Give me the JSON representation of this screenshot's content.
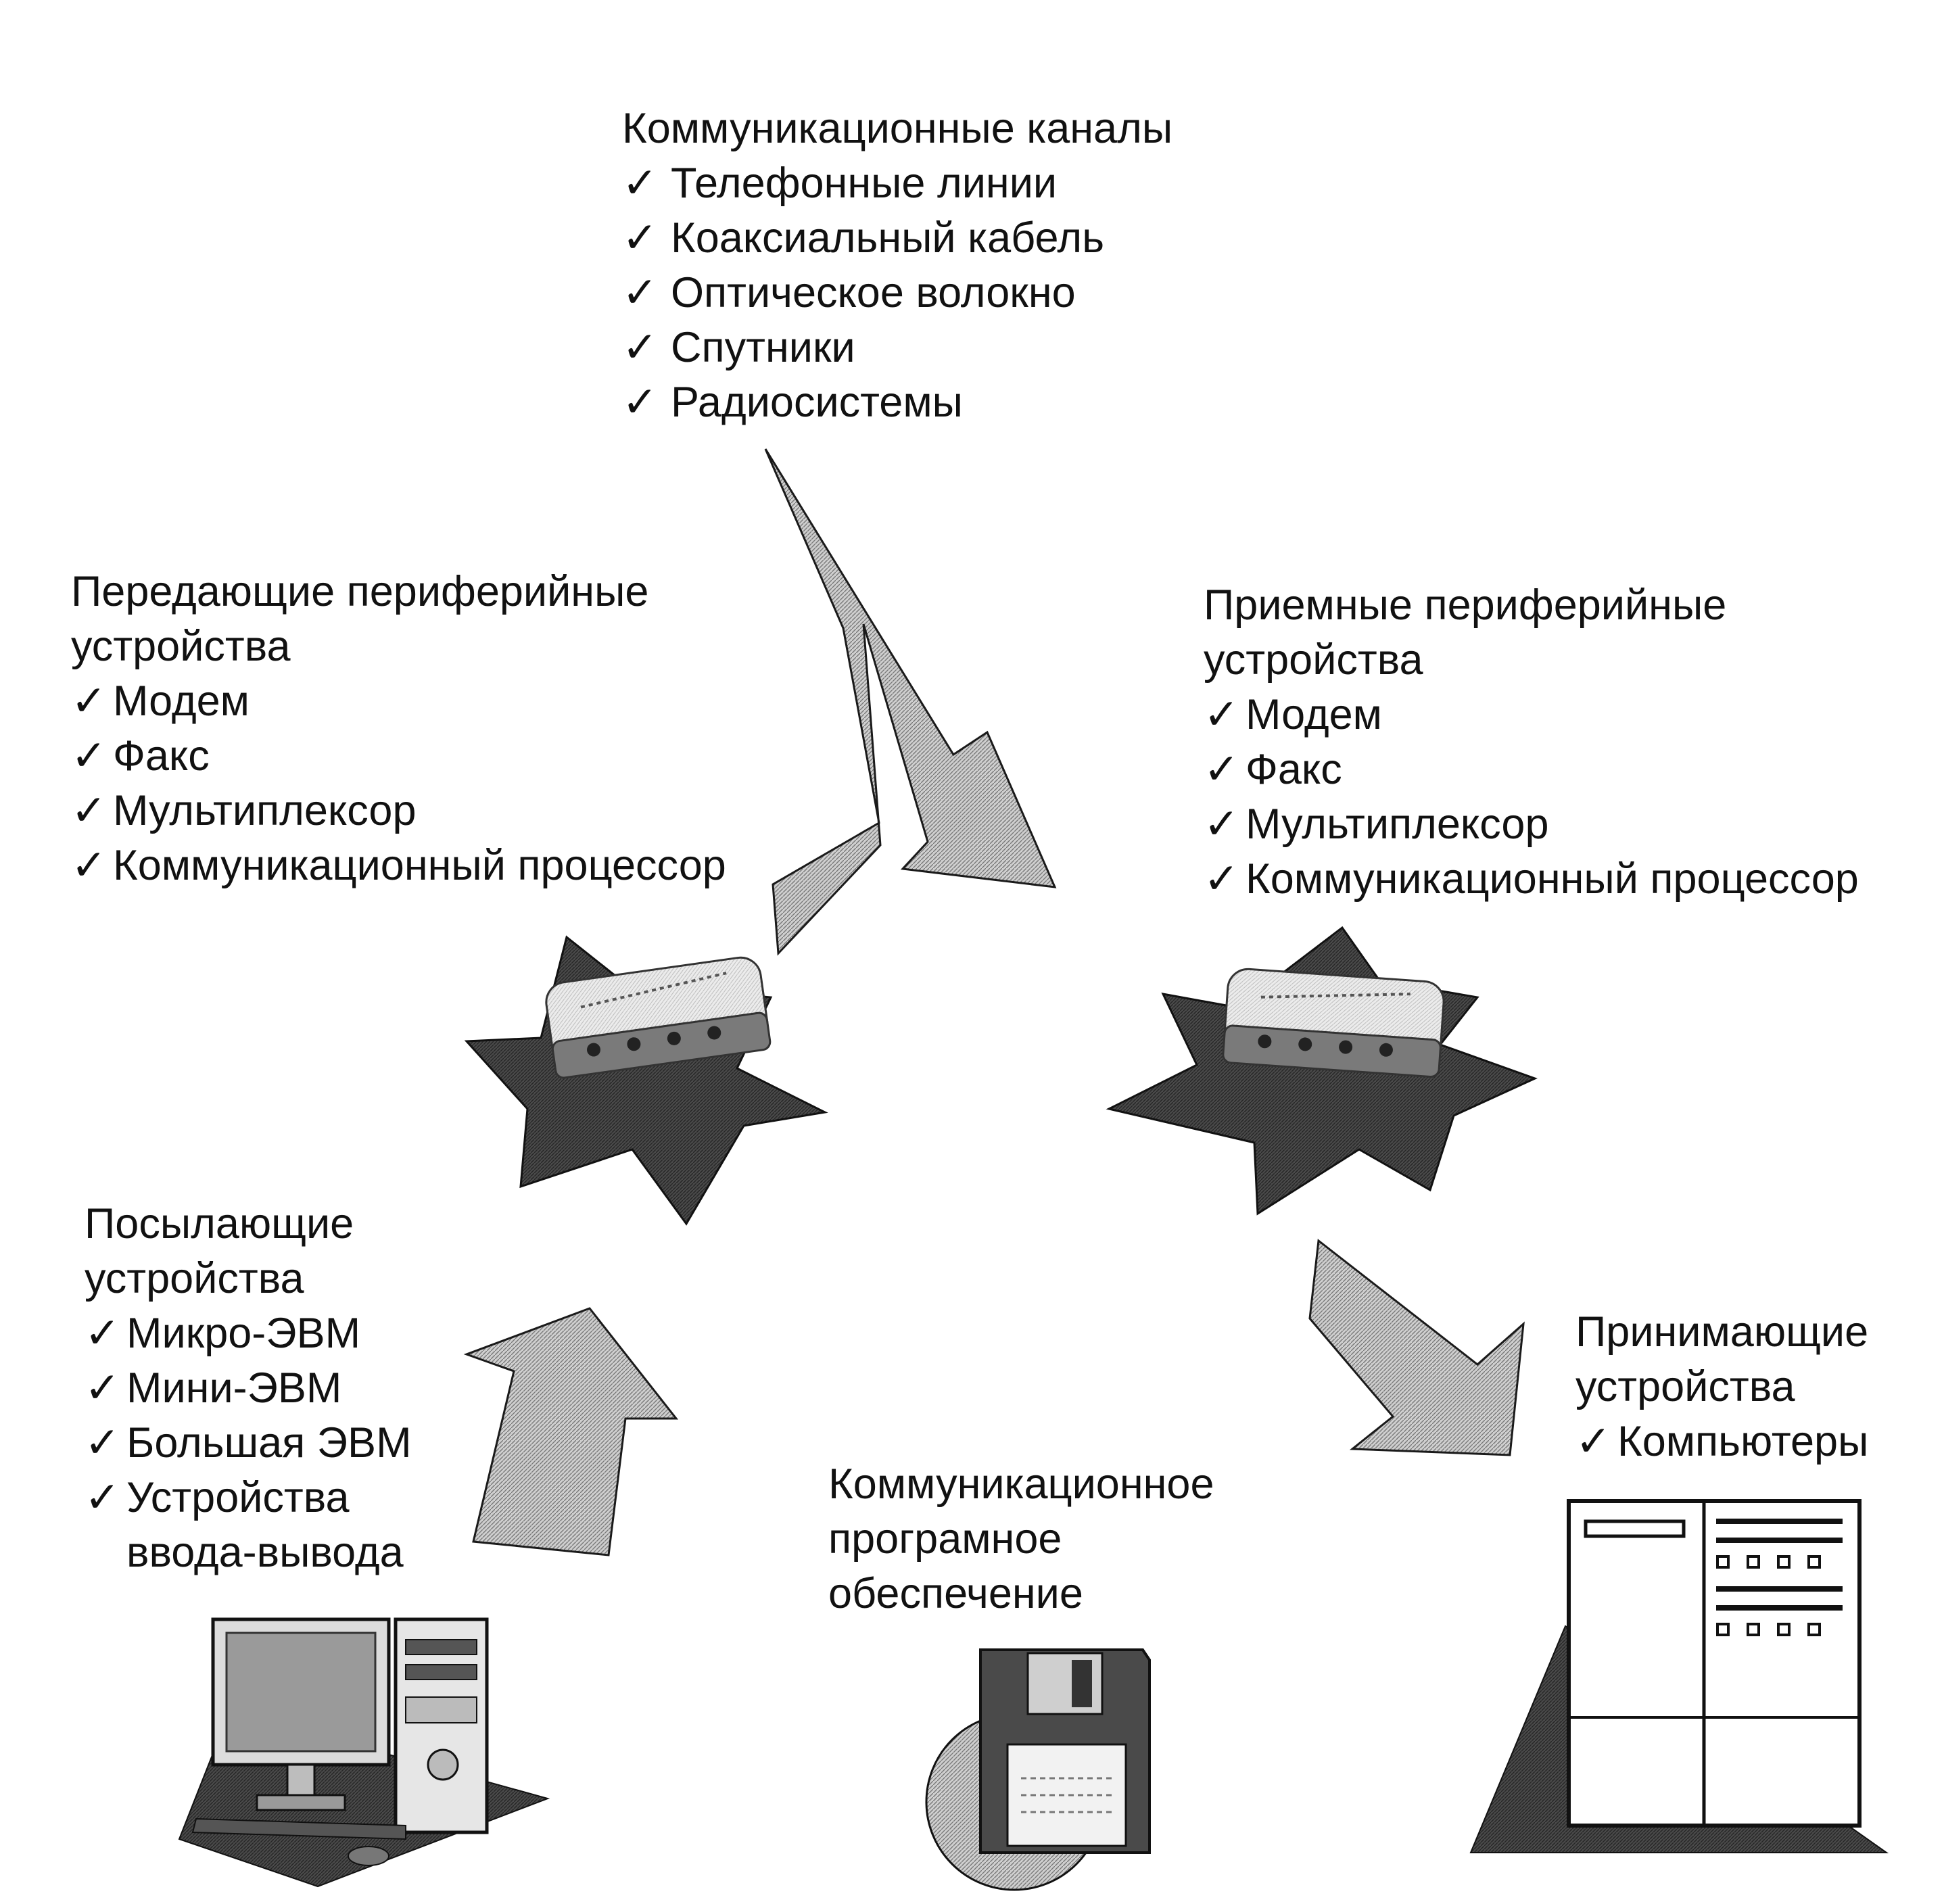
{
  "channels": {
    "title": "Коммуникационные каналы",
    "items": [
      "Телефонные линии",
      "Коаксиальный кабель",
      "Оптическое волокно",
      "Спутники",
      "Радиосистемы"
    ]
  },
  "transmit_peripherals": {
    "title_line1": "Передающие периферийные",
    "title_line2": "устройства",
    "items": [
      "Модем",
      "Факс",
      "Мультиплексор",
      "Коммуникационный процессор"
    ]
  },
  "receive_peripherals": {
    "title_line1": "Приемные периферийные",
    "title_line2": "устройства",
    "items": [
      "Модем",
      "Факс",
      "Мультиплексор",
      "Коммуникационный процессор"
    ]
  },
  "sending_devices": {
    "title_line1": "Посылающие",
    "title_line2": "устройства",
    "items": [
      "Микро-ЭВМ",
      "Мини-ЭВМ",
      "Большая ЭВМ",
      "Устройства"
    ],
    "item_continuation": "ввода-вывода"
  },
  "receiving_devices": {
    "title_line1": "Принимающие",
    "title_line2": "устройства",
    "items": [
      "Компьютеры"
    ]
  },
  "software": {
    "line1": "Коммуникационное",
    "line2": "програмное",
    "line3": "обеспечение"
  },
  "check_mark": "✓",
  "icons": [
    "lightning-arrow",
    "starburst",
    "modem-device",
    "block-arrow",
    "desktop-computer",
    "floppy-disk",
    "mainframe-computer"
  ],
  "colors": {
    "text": "#111111",
    "dark_fill": "#3a3a3a",
    "hatch_light": "#c8c8c8",
    "background": "#ffffff"
  }
}
